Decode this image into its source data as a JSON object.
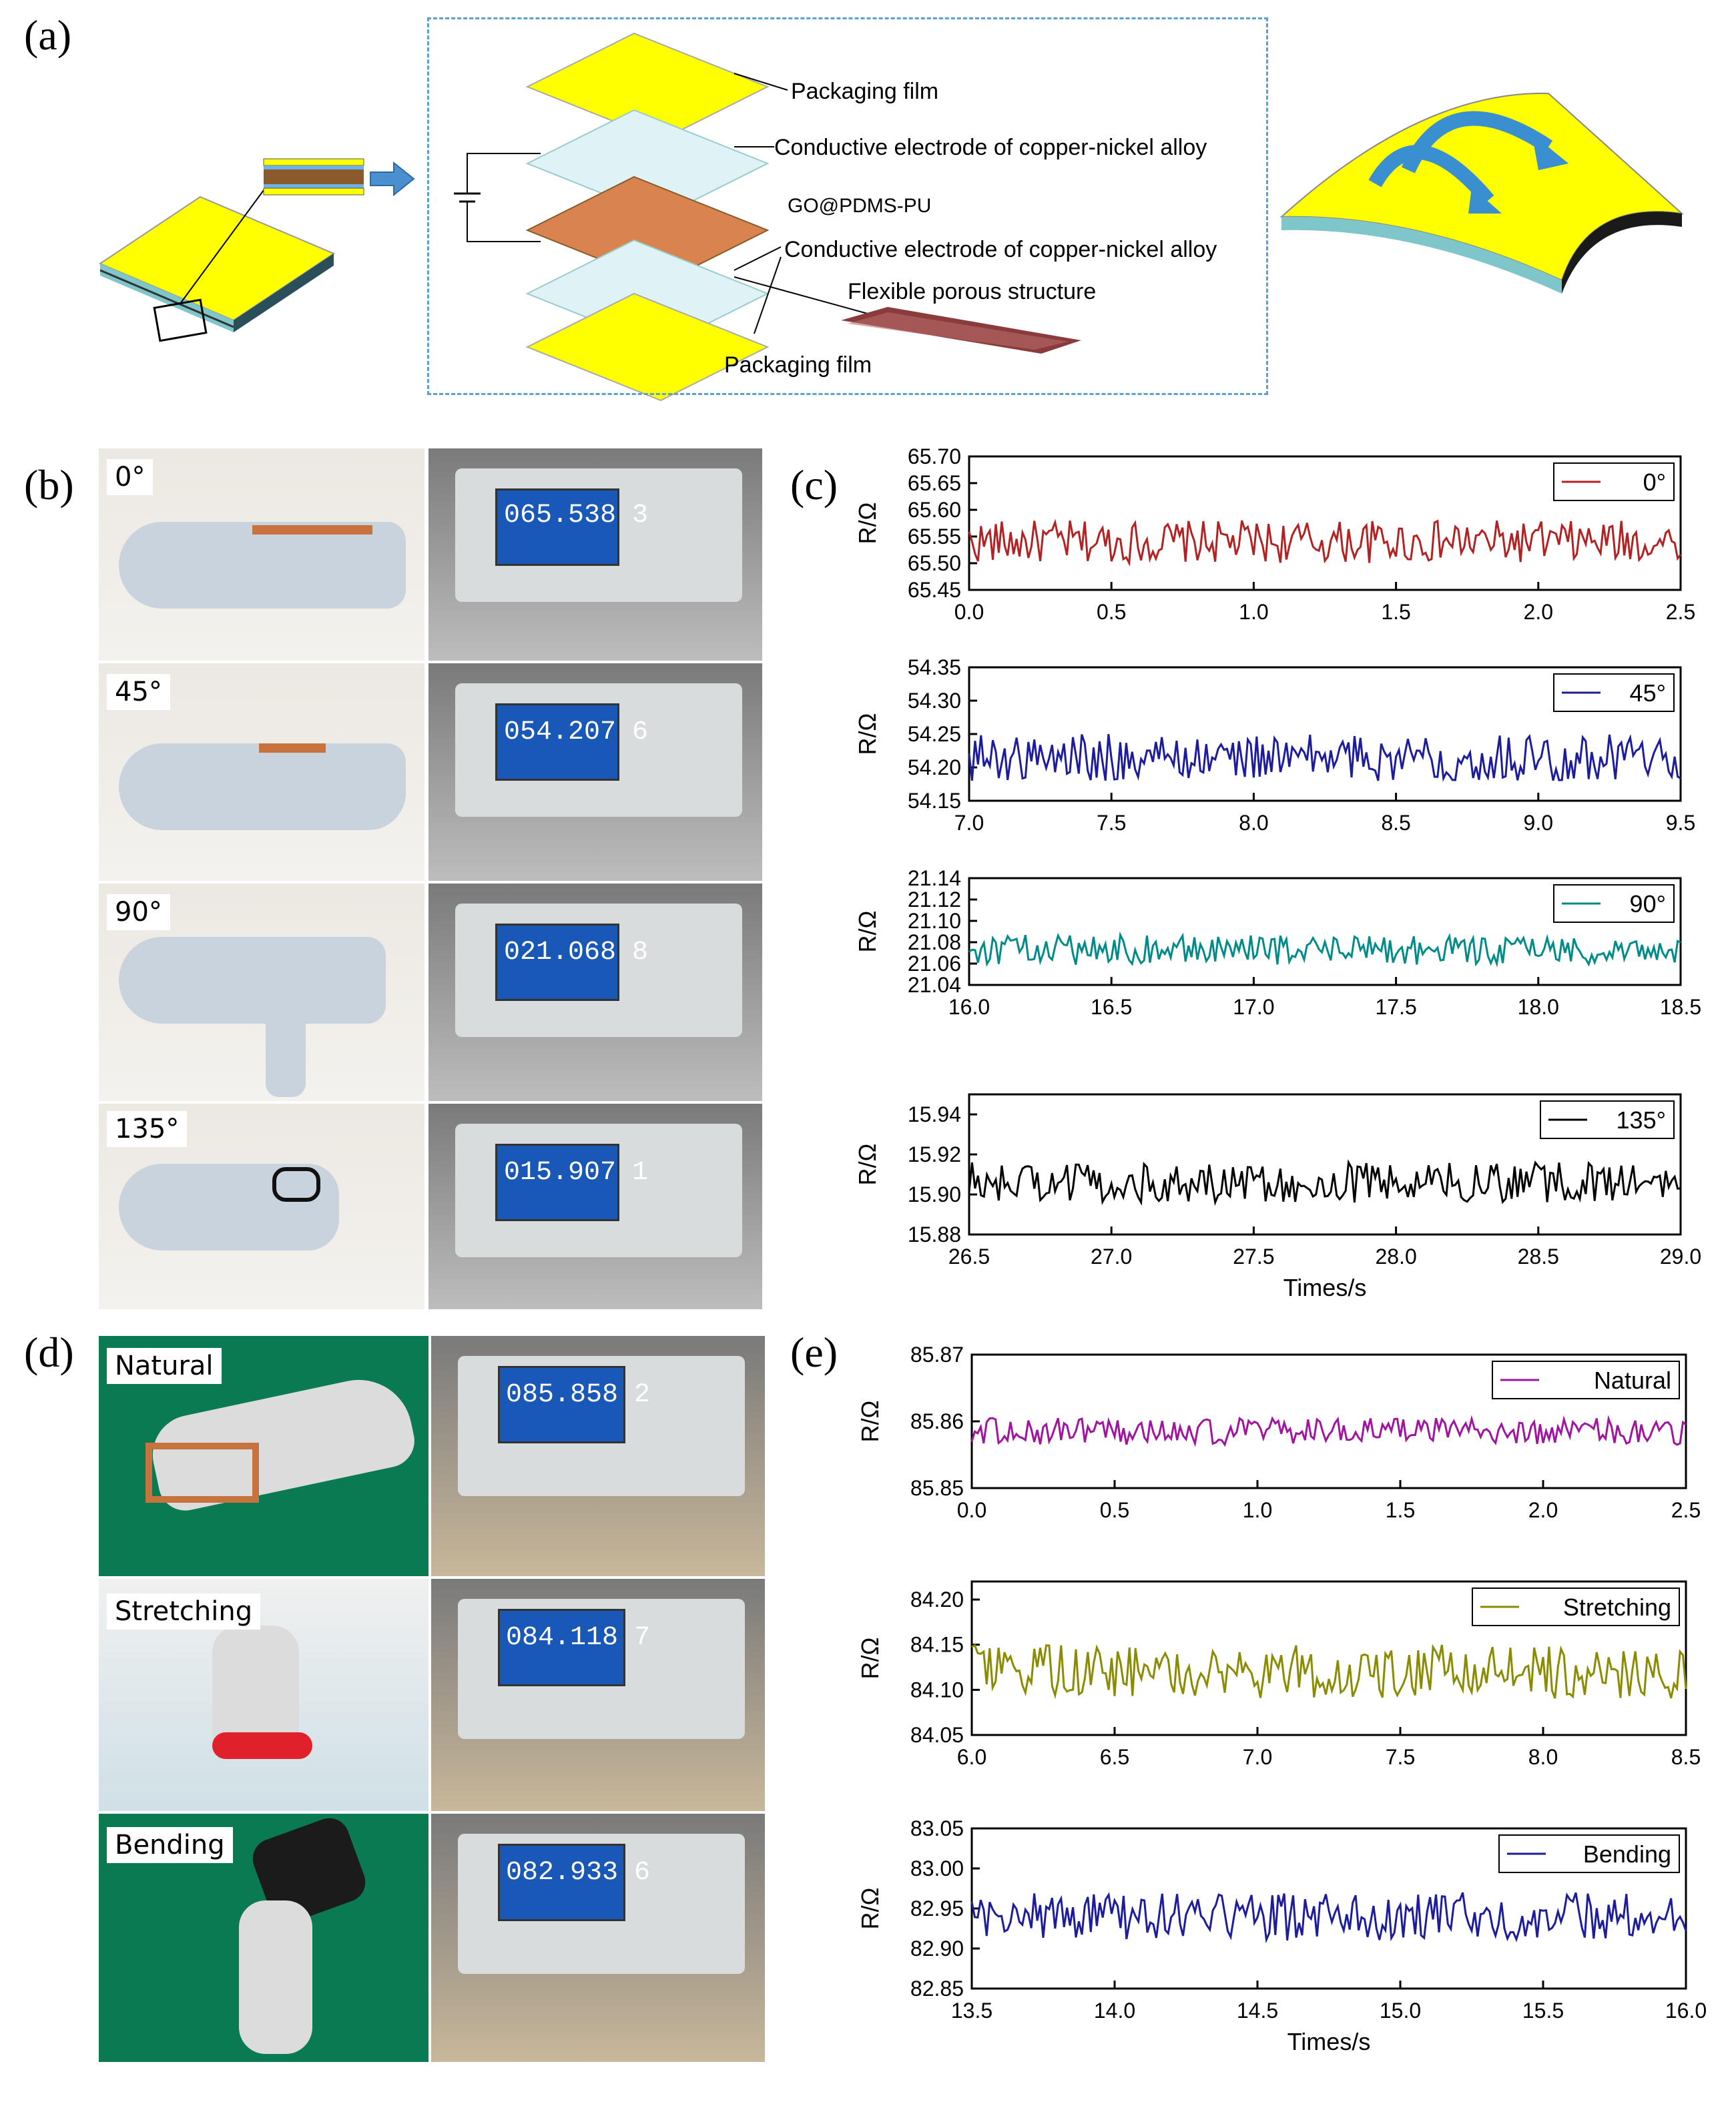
{
  "figure": {
    "panel_labels": [
      "(a)",
      "(b)",
      "(c)",
      "(d)",
      "(e)"
    ]
  },
  "panel_a": {
    "layers": [
      "Packaging film",
      "Conductive electrode of copper-nickel alloy",
      "GO@PDMS-PU",
      "Conductive electrode of copper-nickel alloy",
      "Flexible porous structure",
      "Packaging film"
    ],
    "colors": {
      "film": "#ffff00",
      "electrode": "#dff3f7",
      "active": "#d9844f",
      "box_border": "#5aa0d0",
      "arrow": "#3a8fd0"
    }
  },
  "panel_b": {
    "rows": [
      {
        "angle": "0°",
        "reading": "065.538 3"
      },
      {
        "angle": "45°",
        "reading": "054.207 6"
      },
      {
        "angle": "90°",
        "reading": "021.068 8"
      },
      {
        "angle": "135°",
        "reading": "015.907 1"
      }
    ]
  },
  "panel_d": {
    "rows": [
      {
        "state": "Natural",
        "reading": "085.858 2"
      },
      {
        "state": "Stretching",
        "reading": "084.118 7"
      },
      {
        "state": "Bending",
        "reading": "082.933 6"
      }
    ]
  },
  "chart_data": [
    {
      "type": "line",
      "ylabel": "R/Ω",
      "xlabel": "",
      "xlim": [
        0.0,
        2.5
      ],
      "ylim": [
        65.45,
        65.7
      ],
      "xticks": [
        "0.0",
        "0.5",
        "1.0",
        "1.5",
        "2.0",
        "2.5"
      ],
      "yticks": [
        "65.45",
        "65.50",
        "65.55",
        "65.60",
        "65.65",
        "65.70"
      ],
      "legend": "0°",
      "color": "#b22222",
      "mean": 65.54,
      "amplitude": 0.04
    },
    {
      "type": "line",
      "ylabel": "R/Ω",
      "xlabel": "",
      "xlim": [
        7.0,
        9.5
      ],
      "ylim": [
        54.15,
        54.35
      ],
      "xticks": [
        "7.0",
        "7.5",
        "8.0",
        "8.5",
        "9.0",
        "9.5"
      ],
      "yticks": [
        "54.15",
        "54.20",
        "54.25",
        "54.30",
        "54.35"
      ],
      "legend": "45°",
      "color": "#1c1c9c",
      "mean": 54.215,
      "amplitude": 0.035
    },
    {
      "type": "line",
      "ylabel": "R/Ω",
      "xlabel": "",
      "xlim": [
        16.0,
        18.5
      ],
      "ylim": [
        21.04,
        21.14
      ],
      "xticks": [
        "16.0",
        "16.5",
        "17.0",
        "17.5",
        "18.0",
        "18.5"
      ],
      "yticks": [
        "21.04",
        "21.06",
        "21.08",
        "21.10",
        "21.12",
        "21.14"
      ],
      "legend": "90°",
      "color": "#008b8b",
      "mean": 21.073,
      "amplitude": 0.014
    },
    {
      "type": "line",
      "ylabel": "R/Ω",
      "xlabel": "Times/s",
      "xlim": [
        26.5,
        29.0
      ],
      "ylim": [
        15.88,
        15.95
      ],
      "xticks": [
        "26.5",
        "27.0",
        "27.5",
        "28.0",
        "28.5",
        "29.0"
      ],
      "yticks": [
        "15.88",
        "15.90",
        "15.92",
        "15.94"
      ],
      "legend": "135°",
      "color": "#000000",
      "mean": 15.906,
      "amplitude": 0.01
    },
    {
      "type": "line",
      "ylabel": "R/Ω",
      "xlabel": "",
      "xlim": [
        0.0,
        2.5
      ],
      "ylim": [
        85.85,
        85.87
      ],
      "xticks": [
        "0.0",
        "0.5",
        "1.0",
        "1.5",
        "2.0",
        "2.5"
      ],
      "yticks": [
        "85.85",
        "85.86",
        "85.87"
      ],
      "legend": "Natural",
      "color": "#a0149f",
      "mean": 85.8585,
      "amplitude": 0.002
    },
    {
      "type": "line",
      "ylabel": "R/Ω",
      "xlabel": "",
      "xlim": [
        6.0,
        8.5
      ],
      "ylim": [
        84.05,
        84.22
      ],
      "xticks": [
        "6.0",
        "6.5",
        "7.0",
        "7.5",
        "8.0",
        "8.5"
      ],
      "yticks": [
        "84.05",
        "84.10",
        "84.15",
        "84.20"
      ],
      "legend": "Stretching",
      "color": "#8b8b00",
      "mean": 84.12,
      "amplitude": 0.03
    },
    {
      "type": "line",
      "ylabel": "R/Ω",
      "xlabel": "Times/s",
      "xlim": [
        13.5,
        16.0
      ],
      "ylim": [
        82.85,
        83.05
      ],
      "xticks": [
        "13.5",
        "14.0",
        "14.5",
        "15.0",
        "15.5",
        "16.0"
      ],
      "yticks": [
        "82.85",
        "82.90",
        "82.95",
        "83.00",
        "83.05"
      ],
      "legend": "Bending",
      "color": "#1c1c9c",
      "mean": 82.94,
      "amplitude": 0.03
    }
  ]
}
